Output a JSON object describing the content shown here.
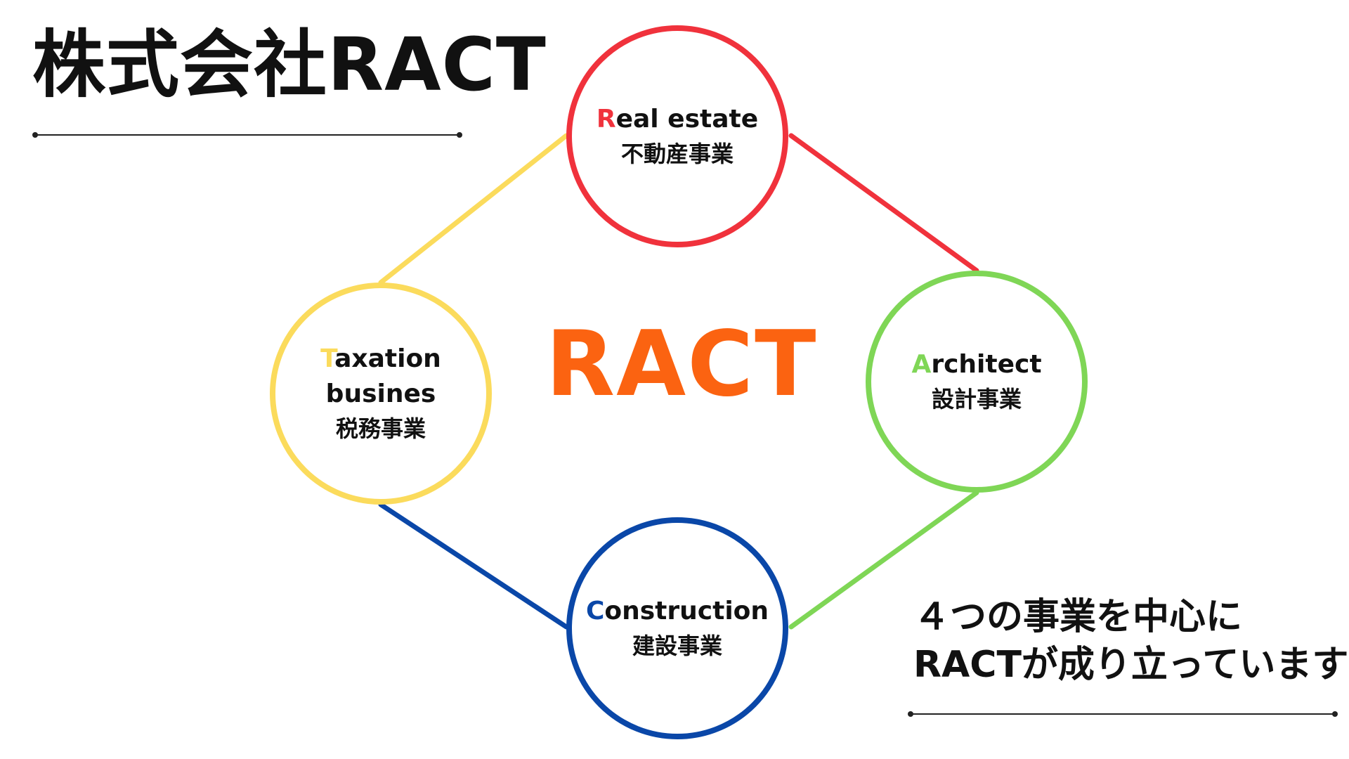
{
  "title": "株式会社RACT",
  "center_label": "RACT",
  "caption": {
    "line1": "４つの事業を中心に",
    "line2": "RACTが成り立っています"
  },
  "colors": {
    "real_estate": "#f0323c",
    "architect": "#7fd656",
    "construction": "#0a47a8",
    "taxation": "#fbdb5c",
    "center": "#fb6311",
    "text": "#111111"
  },
  "nodes": {
    "real_estate": {
      "initial": "R",
      "en_rest": "eal estate",
      "jp": "不動産事業"
    },
    "architect": {
      "initial": "A",
      "en_rest": "rchitect",
      "jp": "設計事業"
    },
    "construction": {
      "initial": "C",
      "en_rest": "onstruction",
      "jp": "建設事業"
    },
    "taxation": {
      "initial": "T",
      "en_rest": "axation",
      "en_line2": "busines",
      "jp": "税務事業"
    }
  }
}
